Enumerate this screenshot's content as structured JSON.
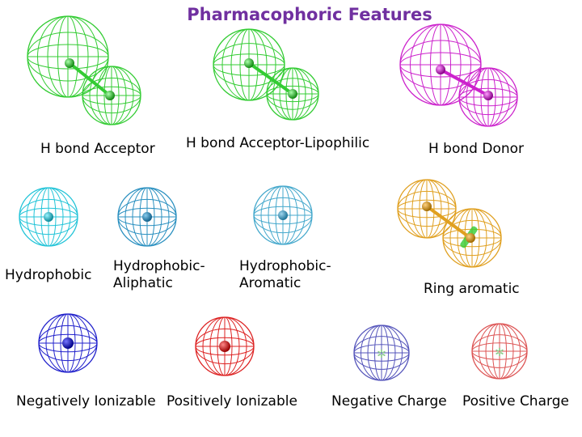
{
  "title": "Pharmacophoric Features",
  "labels": {
    "hba": "H bond Acceptor",
    "hbalipo": "H bond Acceptor-Lipophilic",
    "hbd": "H bond Donor",
    "hydrophobic": "Hydrophobic",
    "hydrophobic_aliphatic_1": "Hydrophobic-",
    "hydrophobic_aliphatic_2": "Aliphatic",
    "hydrophobic_aromatic_1": "Hydrophobic-",
    "hydrophobic_aromatic_2": "Aromatic",
    "ring_aromatic": "Ring aromatic",
    "neg_ionizable": "Negatively Ionizable",
    "pos_ionizable": "Positively Ionizable",
    "neg_charge": "Negative Charge",
    "pos_charge": "Positive Charge"
  },
  "colors": {
    "title": "#7030a0",
    "green": "#33cc33",
    "magenta": "#cc22cc",
    "cyan": "#22c4d8",
    "steelblue": "#2a90c0",
    "lightblue": "#44a8cc",
    "orange": "#e0a020",
    "navy": "#2222cc",
    "red": "#dd2222",
    "neg_charge_sphere": "#5555bb",
    "pos_charge_sphere": "#dd5555",
    "charge_core": "#88cc88"
  }
}
